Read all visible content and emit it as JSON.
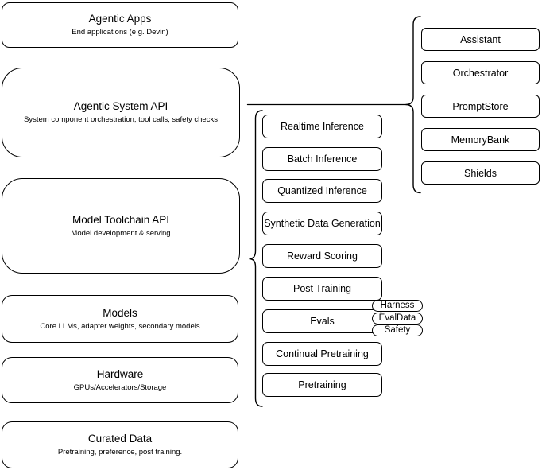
{
  "canvas": {
    "background": "#ffffff",
    "stroke": "#000000",
    "text_color": "#000000"
  },
  "stack": {
    "boxes": [
      {
        "title": "Agentic Apps",
        "subtitle": "End applications (e.g. Devin)"
      },
      {
        "title": "Agentic System API",
        "subtitle": "System component orchestration, tool calls, safety checks"
      },
      {
        "title": "Model Toolchain API",
        "subtitle": "Model development & serving"
      },
      {
        "title": "Models",
        "subtitle": "Core LLMs, adapter weights, secondary models"
      },
      {
        "title": "Hardware",
        "subtitle": "GPUs/Accelerators/Storage"
      },
      {
        "title": "Curated Data",
        "subtitle": "Pretraining, preference, post training."
      }
    ]
  },
  "toolchain": {
    "items": [
      {
        "label": "Realtime Inference"
      },
      {
        "label": "Batch Inference"
      },
      {
        "label": "Quantized Inference"
      },
      {
        "label": "Synthetic Data Generation"
      },
      {
        "label": "Reward Scoring"
      },
      {
        "label": "Post Training"
      },
      {
        "label": "Evals"
      },
      {
        "label": "Continual Pretraining"
      },
      {
        "label": "Pretraining"
      }
    ],
    "evals_tags": [
      {
        "label": "Harness"
      },
      {
        "label": "EvalData"
      },
      {
        "label": "Safety"
      }
    ]
  },
  "system": {
    "items": [
      {
        "label": "Assistant"
      },
      {
        "label": "Orchestrator"
      },
      {
        "label": "PromptStore"
      },
      {
        "label": "MemoryBank"
      },
      {
        "label": "Shields"
      }
    ]
  }
}
